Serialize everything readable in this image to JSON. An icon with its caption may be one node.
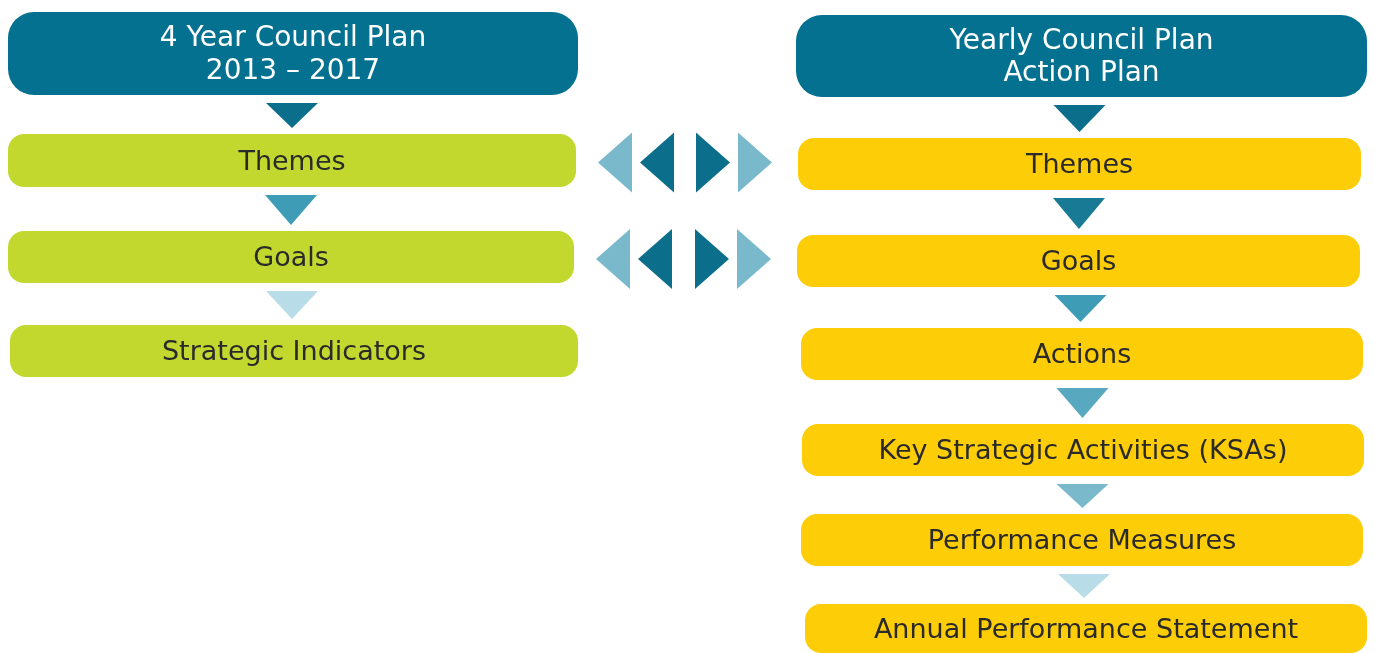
{
  "diagram": {
    "nodes": [
      {
        "text": [
          "4 Year Council Plan 2013 – 2017"
        ]
      },
      {
        "text": [
          "Themes"
        ]
      },
      {
        "text": [
          "Goals"
        ]
      },
      {
        "text": [
          "Strategic Indicators"
        ]
      },
      {
        "text": [
          "Yearly Council Plan Action Plan"
        ]
      },
      {
        "text": [
          "Themes"
        ]
      },
      {
        "text": [
          "Goals"
        ]
      },
      {
        "text": [
          "Actions"
        ]
      },
      {
        "text": [
          "Key Strategic Activities (KSAs)"
        ]
      },
      {
        "text": [
          "Performance Measures"
        ]
      },
      {
        "text": [
          "Annual Performance Statement"
        ]
      }
    ],
    "edges": [
      {
        "from": 0,
        "to": 1,
        "arrow": "to",
        "color": "#0b6e8b"
      },
      {
        "from": 1,
        "to": 2,
        "arrow": "to",
        "color": "#3f9cb7"
      },
      {
        "from": 2,
        "to": 3,
        "arrow": "to",
        "color": "#b8dde8"
      },
      {
        "from": 4,
        "to": 5,
        "arrow": "to",
        "color": "#0b6e8b"
      },
      {
        "from": 5,
        "to": 6,
        "arrow": "to",
        "color": "#187a95"
      },
      {
        "from": 6,
        "to": 7,
        "arrow": "to",
        "color": "#3f9cb7"
      },
      {
        "from": 7,
        "to": 8,
        "arrow": "to",
        "color": "#58a9c0"
      },
      {
        "from": 8,
        "to": 9,
        "arrow": "to",
        "color": "#7ab9cc"
      },
      {
        "from": 9,
        "to": 10,
        "arrow": "to",
        "color": "#b8dde8"
      },
      {
        "from": 1,
        "to": 5,
        "arrow": "both",
        "color": "#0b6e8b"
      },
      {
        "from": 2,
        "to": 6,
        "arrow": "both",
        "color": "#0b6e8b"
      }
    ]
  }
}
